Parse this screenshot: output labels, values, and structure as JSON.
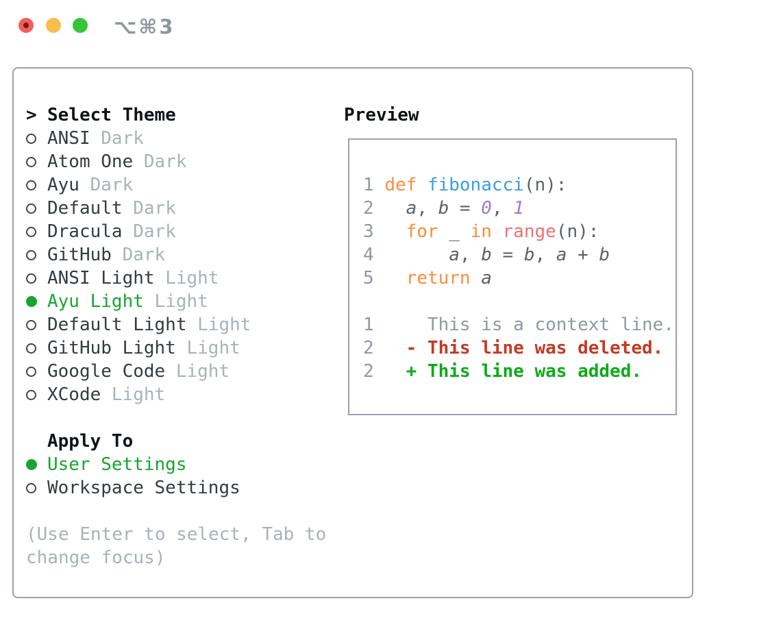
{
  "titlebar": {
    "shortcut": "⌥⌘3"
  },
  "colors": {
    "selection_green": "#16a62f",
    "list_text": "#343b43",
    "list_muted": "#a9b2bc",
    "header_text": "#101418",
    "hint_text": "#a9b2bc",
    "radio_ring": "#3f464e",
    "panel_border": "#9aa1ab",
    "traffic_red": "#f2605a",
    "traffic_yellow": "#f7be4b",
    "traffic_green": "#36c539",
    "syntax": {
      "fg": "#5c6166",
      "muted": "#8f99a3",
      "orange": "#fa8d3e",
      "blue": "#399ee6",
      "purple": "#a37acc",
      "coral": "#f07171",
      "red": "#c23b22",
      "green": "#0cab17"
    }
  },
  "theme_panel": {
    "cursor": ">",
    "title": "Select Theme",
    "themes": [
      {
        "name": "ANSI",
        "variant": "Dark",
        "selected": false
      },
      {
        "name": "Atom One",
        "variant": "Dark",
        "selected": false
      },
      {
        "name": "Ayu",
        "variant": "Dark",
        "selected": false
      },
      {
        "name": "Default",
        "variant": "Dark",
        "selected": false
      },
      {
        "name": "Dracula",
        "variant": "Dark",
        "selected": false
      },
      {
        "name": "GitHub",
        "variant": "Dark",
        "selected": false
      },
      {
        "name": "ANSI Light",
        "variant": "Light",
        "selected": false
      },
      {
        "name": "Ayu Light",
        "variant": "Light",
        "selected": true
      },
      {
        "name": "Default Light",
        "variant": "Light",
        "selected": false
      },
      {
        "name": "GitHub Light",
        "variant": "Light",
        "selected": false
      },
      {
        "name": "Google Code",
        "variant": "Light",
        "selected": false
      },
      {
        "name": "XCode",
        "variant": "Light",
        "selected": false
      }
    ],
    "apply_to": {
      "title": "Apply To",
      "options": [
        {
          "label": "User Settings",
          "selected": true
        },
        {
          "label": "Workspace Settings",
          "selected": false
        }
      ]
    },
    "hint": "(Use Enter to select, Tab to change focus)"
  },
  "preview": {
    "title": "Preview",
    "lines": [
      {
        "kind": "code",
        "num": "1",
        "segments": [
          {
            "t": "def",
            "c": "orange"
          },
          {
            "t": " ",
            "c": "fg"
          },
          {
            "t": "fibonacci",
            "c": "blue"
          },
          {
            "t": "(n):",
            "c": "fg"
          }
        ]
      },
      {
        "kind": "code",
        "num": "2",
        "segments": [
          {
            "t": "  ",
            "c": "fg"
          },
          {
            "t": "a",
            "c": "fg",
            "i": true
          },
          {
            "t": ", ",
            "c": "fg"
          },
          {
            "t": "b",
            "c": "fg",
            "i": true
          },
          {
            "t": " = ",
            "c": "fg"
          },
          {
            "t": "0",
            "c": "purple",
            "i": true
          },
          {
            "t": ", ",
            "c": "fg"
          },
          {
            "t": "1",
            "c": "purple",
            "i": true
          }
        ]
      },
      {
        "kind": "code",
        "num": "3",
        "segments": [
          {
            "t": "  ",
            "c": "fg"
          },
          {
            "t": "for",
            "c": "orange"
          },
          {
            "t": " _ ",
            "c": "fg"
          },
          {
            "t": "in",
            "c": "orange"
          },
          {
            "t": " ",
            "c": "fg"
          },
          {
            "t": "range",
            "c": "coral"
          },
          {
            "t": "(n):",
            "c": "fg"
          }
        ]
      },
      {
        "kind": "code",
        "num": "4",
        "segments": [
          {
            "t": "      ",
            "c": "fg"
          },
          {
            "t": "a",
            "c": "fg",
            "i": true
          },
          {
            "t": ", ",
            "c": "fg"
          },
          {
            "t": "b",
            "c": "fg",
            "i": true
          },
          {
            "t": " = ",
            "c": "fg"
          },
          {
            "t": "b",
            "c": "fg",
            "i": true
          },
          {
            "t": ", ",
            "c": "fg"
          },
          {
            "t": "a",
            "c": "fg",
            "i": true
          },
          {
            "t": " + ",
            "c": "fg"
          },
          {
            "t": "b",
            "c": "fg",
            "i": true
          }
        ]
      },
      {
        "kind": "code",
        "num": "5",
        "segments": [
          {
            "t": "  ",
            "c": "fg"
          },
          {
            "t": "return",
            "c": "orange"
          },
          {
            "t": " ",
            "c": "fg"
          },
          {
            "t": "a",
            "c": "fg",
            "i": true
          }
        ]
      },
      {
        "kind": "blank",
        "num": "",
        "segments": []
      },
      {
        "kind": "context",
        "num": "1",
        "segments": [
          {
            "t": "    This is a context line.",
            "c": "muted"
          }
        ]
      },
      {
        "kind": "deleted",
        "num": "2",
        "segments": [
          {
            "t": "  ",
            "c": "fg"
          },
          {
            "t": "- This line was deleted.",
            "c": "red",
            "b": true
          }
        ]
      },
      {
        "kind": "added",
        "num": "2",
        "segments": [
          {
            "t": "  ",
            "c": "fg"
          },
          {
            "t": "+ This line was added.",
            "c": "green",
            "b": true
          }
        ]
      }
    ]
  }
}
